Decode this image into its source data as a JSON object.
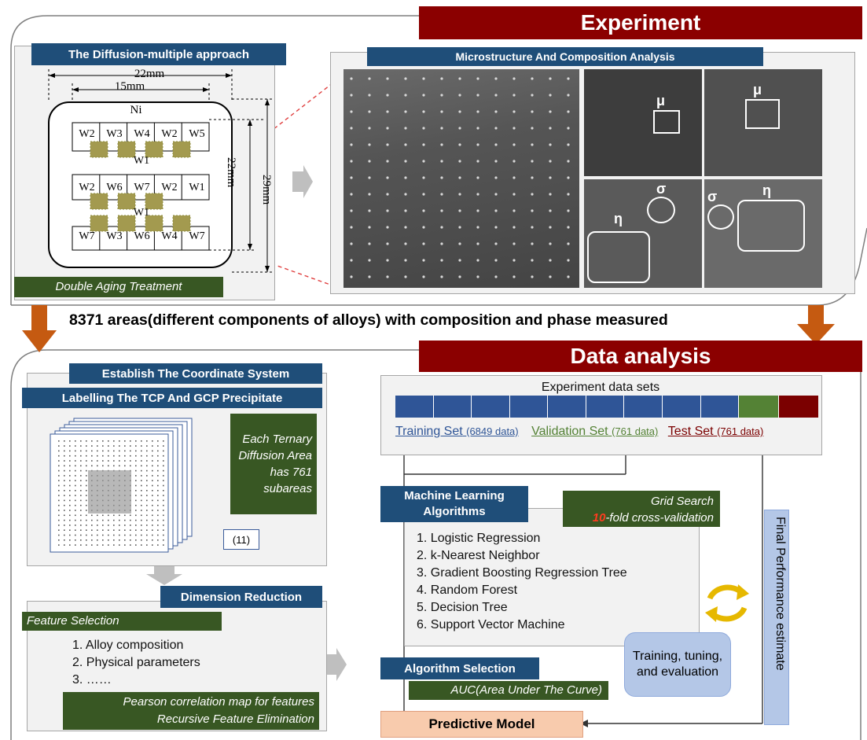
{
  "experiment": {
    "banner": "Experiment",
    "diffusion_title": "The Diffusion-multiple approach",
    "dim_22_top": "22mm",
    "dim_15": "15mm",
    "dim_22_right": "22mm",
    "dim_29": "29mm",
    "ni_label": "Ni",
    "row1": [
      "W2",
      "W3",
      "W4",
      "W2",
      "W5"
    ],
    "w1_a": "W1",
    "row2": [
      "W2",
      "W6",
      "W7",
      "W2",
      "W1"
    ],
    "w1_b": "W1",
    "row3": [
      "W7",
      "W3",
      "W6",
      "W4",
      "W7"
    ],
    "aging": "Double Aging Treatment",
    "micro_title": "Microstructure And Composition Analysis",
    "mu": "μ",
    "sigma": "σ",
    "eta": "η"
  },
  "middle": {
    "text": "8371 areas(different components of alloys) with composition and phase measured"
  },
  "analysis": {
    "banner": "Data analysis",
    "coord_title": "Establish The Coordinate System",
    "label_title": "Labelling The TCP And GCP Precipitate",
    "ternary_text": "Each Ternary Diffusion Area has 761 subareas",
    "badge": "(11)",
    "dim_title": "Dimension Reduction",
    "feature_title": "Feature Selection",
    "features": [
      "1.  Alloy composition",
      "2.  Physical parameters",
      "3.  ……"
    ],
    "pearson_line1": "Pearson correlation map for features",
    "pearson_line2": "Recursive Feature Elimination",
    "datasets_title": "Experiment data sets",
    "training_set": "Training Set",
    "training_count": "(6849 data)",
    "validation_set": "Validation Set",
    "validation_count": "(761 data)",
    "test_set": "Test Set",
    "test_count": "(761 data)",
    "ml_title_1": "Machine Learning",
    "ml_title_2": "Algorithms",
    "grid_search": "Grid Search",
    "cv_num": "10",
    "cv_text": "-fold cross-validation",
    "algorithms": [
      "1.  Logistic Regression",
      "2.  k-Nearest Neighbor",
      "3.  Gradient Boosting Regression Tree",
      "4.  Random Forest",
      "5.  Decision Tree",
      "6.  Support Vector Machine"
    ],
    "training_tuning": "Training, tuning, and evaluation",
    "final_estimate": "Final Performance estimate",
    "algo_selection": "Algorithm Selection",
    "auc": "AUC(Area Under The Curve)",
    "predictive": "Predictive Model"
  },
  "colors": {
    "blue": "#1f4e79",
    "red": "#8b0000",
    "green": "#385723",
    "orange": "#c55a11",
    "peach": "#f8cbad",
    "lavender": "#b4c7e7",
    "set_blue": "#2f5597",
    "set_green": "#548235",
    "set_red": "#7b0000"
  }
}
